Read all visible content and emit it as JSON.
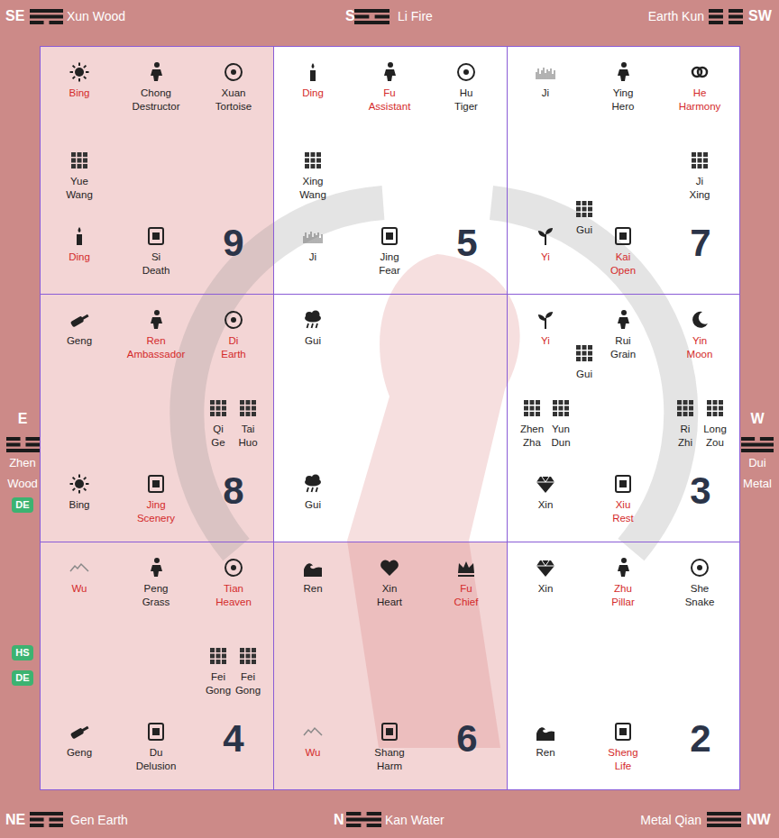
{
  "diagram": {
    "nodes": [
      {
        "text": [
          "Bing",
          "Chong",
          "Destructor",
          "Xuan",
          "Tortoise",
          "Yue",
          "Wang",
          "Ding",
          "Si",
          "Death",
          "9"
        ]
      },
      {
        "text": [
          "Ding",
          "Fu",
          "Assistant",
          "Hu",
          "Tiger",
          "Xing",
          "Wang",
          "Ji",
          "Jing",
          "Fear",
          "5"
        ]
      },
      {
        "text": [
          "Ji",
          "Ying",
          "Hero",
          "He",
          "Harmony",
          "Ji",
          "Xing",
          "Gui",
          "Yi",
          "Kai",
          "Open",
          "7"
        ]
      },
      {
        "text": [
          "Geng",
          "Ren",
          "Ambassador",
          "Di",
          "Earth",
          "Qi",
          "Ge",
          "Tai",
          "Huo",
          "Bing",
          "Jing",
          "Scenery",
          "8"
        ]
      },
      {
        "text": [
          "Gui",
          "Gui"
        ]
      },
      {
        "text": [
          "Yi",
          "Rui",
          "Grain",
          "Yin",
          "Moon",
          "Gui",
          "Zhen",
          "Zha",
          "Yun",
          "Dun",
          "Ri",
          "Zhi",
          "Long",
          "Zou",
          "Xin",
          "Xiu",
          "Rest",
          "3"
        ]
      },
      {
        "text": [
          "Wu",
          "Peng",
          "Grass",
          "Tian",
          "Heaven",
          "Fei",
          "Gong",
          "Fei",
          "Gong",
          "Geng",
          "Du",
          "Delusion",
          "4"
        ]
      },
      {
        "text": [
          "Ren",
          "Xin",
          "Heart",
          "Fu",
          "Chief",
          "Wu",
          "Shang",
          "Harm",
          "6"
        ]
      },
      {
        "text": [
          "Xin",
          "Zhu",
          "Pillar",
          "She",
          "Snake",
          "Ren",
          "Sheng",
          "Life",
          "2"
        ]
      },
      {
        "text": [
          "DE"
        ]
      },
      {
        "text": [
          "HS"
        ]
      },
      {
        "text": [
          "DE"
        ]
      }
    ],
    "labels": [
      "SE",
      "Xun Wood",
      "S",
      "Li Fire",
      "Earth Kun",
      "SW",
      "E",
      "Zhen",
      "Wood",
      "W",
      "Dui",
      "Metal",
      "NE",
      "Gen Earth",
      "N",
      "Kan Water",
      "Metal Qian",
      "NW"
    ]
  }
}
